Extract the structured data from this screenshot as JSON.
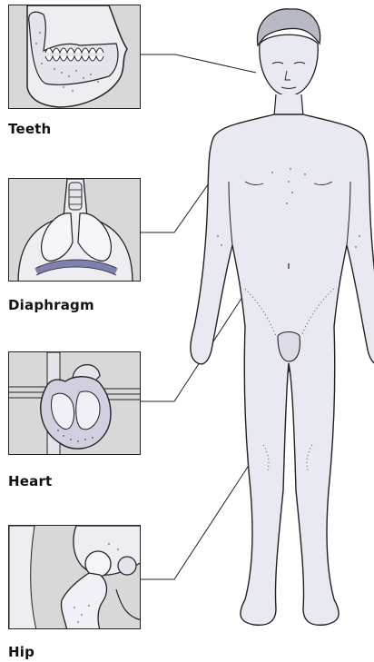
{
  "labels": {
    "teeth": "Teeth",
    "diaphragm": "Diaphragm",
    "heart": "Heart",
    "hip": "Hip"
  },
  "colors": {
    "panel_bg": "#d8d8d8",
    "body_fill": "#e9e9f1",
    "outline": "#222222",
    "diaphragm_band": "#7f7fb0"
  }
}
